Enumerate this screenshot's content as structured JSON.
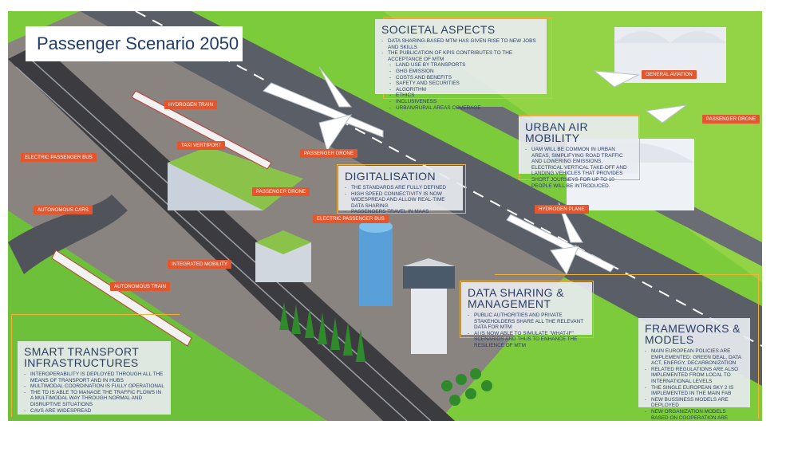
{
  "title": "Passenger Scenario 2050",
  "colors": {
    "grass": "#7ccb3a",
    "runway": "#575b62",
    "tag": "#e4572e",
    "frame": "#f3b233",
    "panel_text": "#2a3d63"
  },
  "panels": {
    "societal": {
      "heading": "SOCIETAL ASPECTS",
      "items": [
        "DATA SHARING-BASED MTM HAS GIVEN RISE TO NEW JOBS AND SKILLS",
        "THE PUBLICATION OF KPIs CONTRIBUTES TO THE ACCEPTANCE OF MTM"
      ],
      "sub_items": [
        "LAND USE BY TRANSPORTS",
        "GHG EMISSION",
        "COSTS AND BENEFITS",
        "SAFETY AND SECURITIES",
        "ALGORITHM",
        "ETHICS",
        "INCLUSIVENESS",
        "URBAN/RURAL AREAS COVERAGE"
      ]
    },
    "urban_air": {
      "heading": "URBAN AIR MOBILITY",
      "items": [
        "UAM WILL BE COMMON IN URBAN AREAS, SIMPLIFYING ROAD TRAFFIC AND LOWERING EMISSIONS. ELECTRICAL VERTICAL TAKE-OFF AND LANDING VEHICLES THAT PROVIDES SHORT JOURNEYS FOR UP TO 10 PEOPLE WILL BE INTRODUCED."
      ]
    },
    "digitalisation": {
      "heading": "DIGITALISATION",
      "items": [
        "THE STANDARDS ARE FULLY DEFINED",
        "HIGH SPEED CONNECTIVITY IS NOW WIDESPREAD AND ALLOW REAL-TIME DATA SHARING",
        "PASSENGERS TRAVEL IN MAAS ECOSYSTEMS"
      ]
    },
    "data_sharing": {
      "heading": "DATA SHARING & MANAGEMENT",
      "items": [
        "PUBLIC AUTHORITIES AND PRIVATE STAKEHOLDERS SHARE ALL THE RELEVANT DATA FOR MTM",
        "AI IS NOW ABLE TO SIMULATE \"WHAT-IF\" SCENARIOS AND THUS TO ENHANCE THE RESILIENCE OF MTM"
      ]
    },
    "frameworks": {
      "heading": "FRAMEWORKS & MODELS",
      "items": [
        "MAIN EUROPEAN POLICIES ARE EMPLEMENTED: GREEN DEAL, DATA ACT, ENERGY, DECARBONIZATION",
        "RELATED REGULATIONS ARE ALSO IMPLEMENTED FROM LOCAL TO INTERNATIONAL LEVELS",
        "THE SINGLE EUROPEAN SKY 2 IS IMPLEMENTED IN THE MAIN FAB",
        "NEW BUSSINESS MODELS ARE DEPLOYED",
        "NEW ORGANIZATION MODELS BASED ON COOPERATION ARE DEPLOYED"
      ]
    },
    "smart_transport": {
      "heading": "SMART TRANSPORT INFRASTRUCTURES",
      "items": [
        "INTEROPERABILITY IS DEPLOYED THROUGH ALL THE MEANS OF TRANSPORT AND IN HUBS",
        "MULTIMODAL COORDINATION IS FULLY OPERATIONAL",
        "THE TD IS ABLE TO MANAGE THE TRAFFIC FLOWS IN A MULTIMODAL WAY THROUGH NORMAL AND DISRUPTIVE SITUATIONS",
        "CAVS ARE WIDESPREAD"
      ]
    }
  },
  "tags": {
    "hydrogen_train": "HYDROGEN TRAIN",
    "taxi_vertiport": "TAXI VERTIPORT",
    "electric_bus_1": "ELECTRIC PASSENGER BUS",
    "passenger_drone_1": "PASSENGER DRONE",
    "passenger_drone_2": "PASSENGER DRONE",
    "autonomous_cars": "AUTONOMOUS CARS",
    "electric_bus_2": "ELECTRIC PASSENGER BUS",
    "integrated_mobility": "INTEGRATED MOBILITY",
    "autonomous_train": "AUTONOMOUS TRAIN",
    "hydrogen_plane": "HYDROGEN PLANE",
    "general_aviation": "GENERAL AVIATION",
    "passenger_drone_3": "PASSENGER DRONE"
  }
}
